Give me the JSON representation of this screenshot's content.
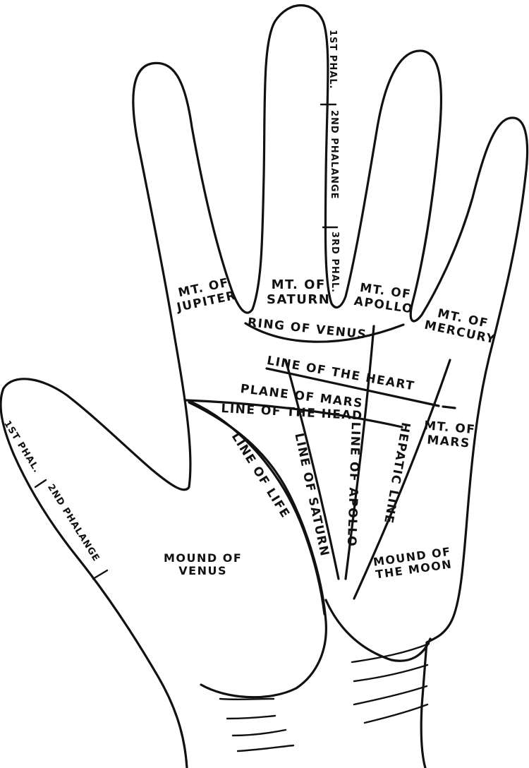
{
  "diagram": {
    "type": "palmistry-hand-chart",
    "colors": {
      "ink": "#111111",
      "paper": "#ffffff"
    },
    "finger_phalanges": {
      "middle_finger": [
        "1ST PHAL.",
        "2ND PHALANGE",
        "3RD PHAL."
      ],
      "thumb": [
        "1ST PHAL.",
        "2ND PHALANGE"
      ]
    },
    "mounts": {
      "jupiter": {
        "line1": "MT. OF",
        "line2": "JUPITER"
      },
      "saturn": {
        "line1": "MT. OF",
        "line2": "SATURN"
      },
      "apollo": {
        "line1": "MT. OF",
        "line2": "APOLLO"
      },
      "mercury": {
        "line1": "MT. OF",
        "line2": "MERCURY"
      },
      "mars": {
        "line1": "MT. OF",
        "line2": "MARS"
      },
      "venus": {
        "line1": "MOUND OF",
        "line2": "VENUS"
      },
      "moon": {
        "line1": "MOUND OF",
        "line2": "THE MOON"
      }
    },
    "lines": {
      "ring_of_venus": "RING OF VENUS",
      "heart": "LINE OF THE HEART",
      "plane_of_mars": "PLANE OF MARS",
      "head": "LINE OF THE HEAD",
      "life": "LINE OF LIFE",
      "saturn": "LINE OF SATURN",
      "apollo": "LINE OF APOLLO",
      "hepatic": "HEPATIC LINE"
    }
  }
}
